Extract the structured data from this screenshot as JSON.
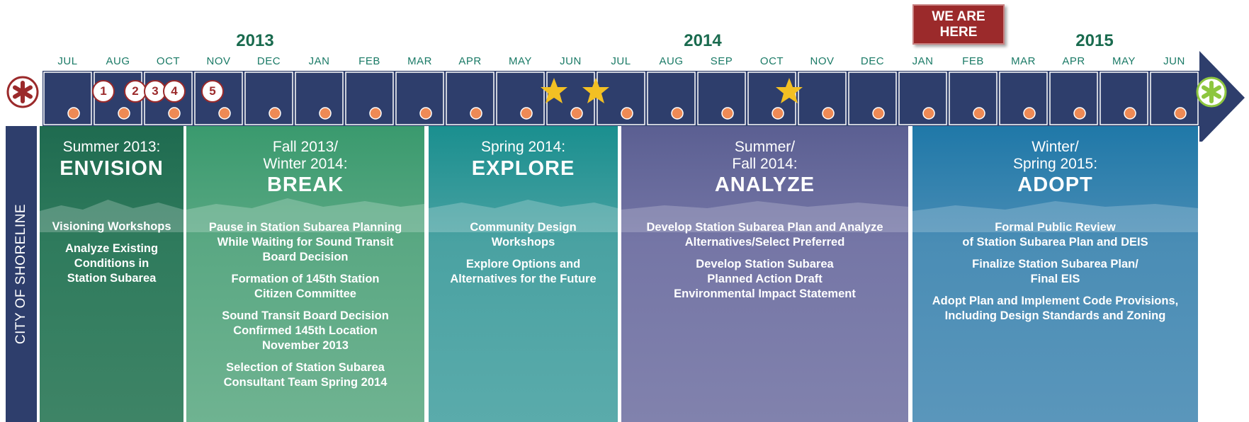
{
  "years": [
    "2013",
    "2014",
    "2015"
  ],
  "months": [
    "JUL",
    "AUG",
    "OCT",
    "NOV",
    "DEC",
    "JAN",
    "FEB",
    "MAR",
    "APR",
    "MAY",
    "JUN",
    "JUL",
    "AUG",
    "SEP",
    "OCT",
    "NOV",
    "DEC",
    "JAN",
    "FEB",
    "MAR",
    "APR",
    "MAY",
    "JUN"
  ],
  "badges": [
    "1",
    "2",
    "3",
    "4",
    "5"
  ],
  "marker": {
    "line1": "WE ARE",
    "line2": "HERE"
  },
  "sidebar_label": "CITY OF SHORELINE",
  "phases": [
    {
      "season": [
        "Summer 2013:"
      ],
      "title": "ENVISION",
      "items": [
        "Visioning Workshops",
        "Analyze Existing\nConditions in\nStation Subarea"
      ]
    },
    {
      "season": [
        "Fall 2013/",
        "Winter 2014:"
      ],
      "title": "BREAK",
      "items": [
        "Pause in Station Subarea Planning\nWhile Waiting for Sound Transit\nBoard Decision",
        "Formation of 145th Station\nCitizen Committee",
        "Sound Transit Board Decision\nConfirmed 145th Location\nNovember 2013",
        "Selection of Station Subarea\nConsultant Team Spring 2014"
      ]
    },
    {
      "season": [
        "Spring 2014:"
      ],
      "title": "EXPLORE",
      "items": [
        "Community Design\nWorkshops",
        "Explore Options and\nAlternatives for the Future"
      ]
    },
    {
      "season": [
        "Summer/",
        "Fall 2014:"
      ],
      "title": "ANALYZE",
      "items": [
        "Develop Station Subarea Plan and Analyze\nAlternatives/Select Preferred",
        "Develop Station Subarea\nPlanned Action Draft\nEnvironmental Impact Statement"
      ]
    },
    {
      "season": [
        "Winter/",
        "Spring 2015:"
      ],
      "title": "ADOPT",
      "items": [
        "Formal Public Review\nof Station Subarea Plan and DEIS",
        "Finalize Station Subarea Plan/\nFinal EIS",
        "Adopt Plan and Implement Code Provisions,\nIncluding Design Standards and Zoning"
      ]
    }
  ],
  "colors": {
    "timeline": "#2e3e6c",
    "dot": "#ee8a55",
    "star": "#f3c023",
    "badge": "#9b2a2b",
    "start": "#9b2a2b",
    "end": "#8dc63f",
    "phases": [
      "#1f6b50",
      "#4aa37a",
      "#2b9a98",
      "#6a6fa2",
      "#2f7fb0"
    ]
  }
}
